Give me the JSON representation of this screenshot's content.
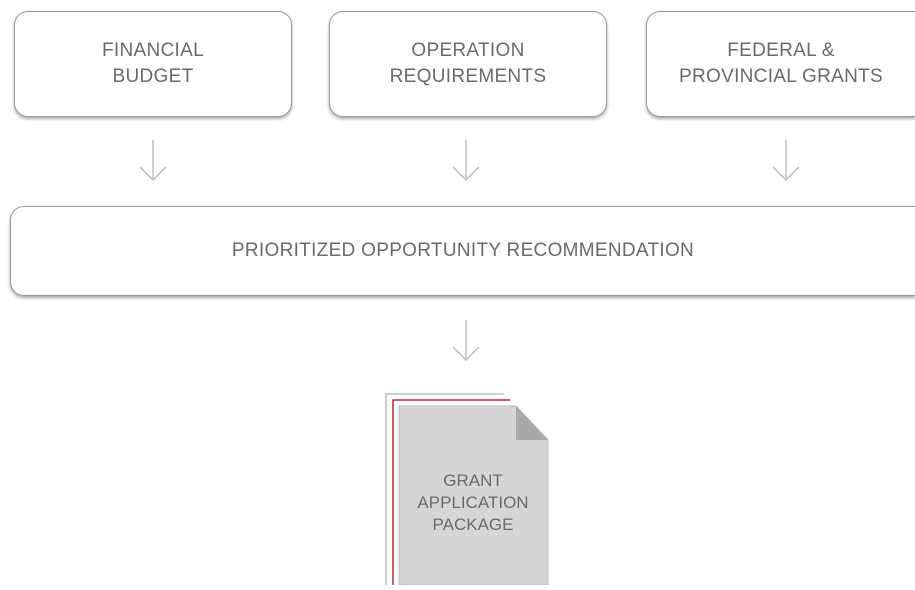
{
  "inputs": [
    {
      "label": "FINANCIAL\nBUDGET"
    },
    {
      "label": "OPERATION\nREQUIREMENTS"
    },
    {
      "label": "FEDERAL &\nPROVINCIAL GRANTS"
    }
  ],
  "recommendation": {
    "label": "PRIORITIZED OPPORTUNITY RECOMMENDATION"
  },
  "output": {
    "label": "GRANT\nAPPLICATION\nPACKAGE"
  },
  "colors": {
    "box_border": "#9a9a9a",
    "text": "#6a6a6a",
    "arrow": "#c4c4c4",
    "document_fill": "#d6d6d6",
    "document_fold": "#a8a8a8",
    "accent_red": "#c0282d"
  },
  "icons": [
    "down-arrow-icon",
    "document-stack-icon"
  ]
}
